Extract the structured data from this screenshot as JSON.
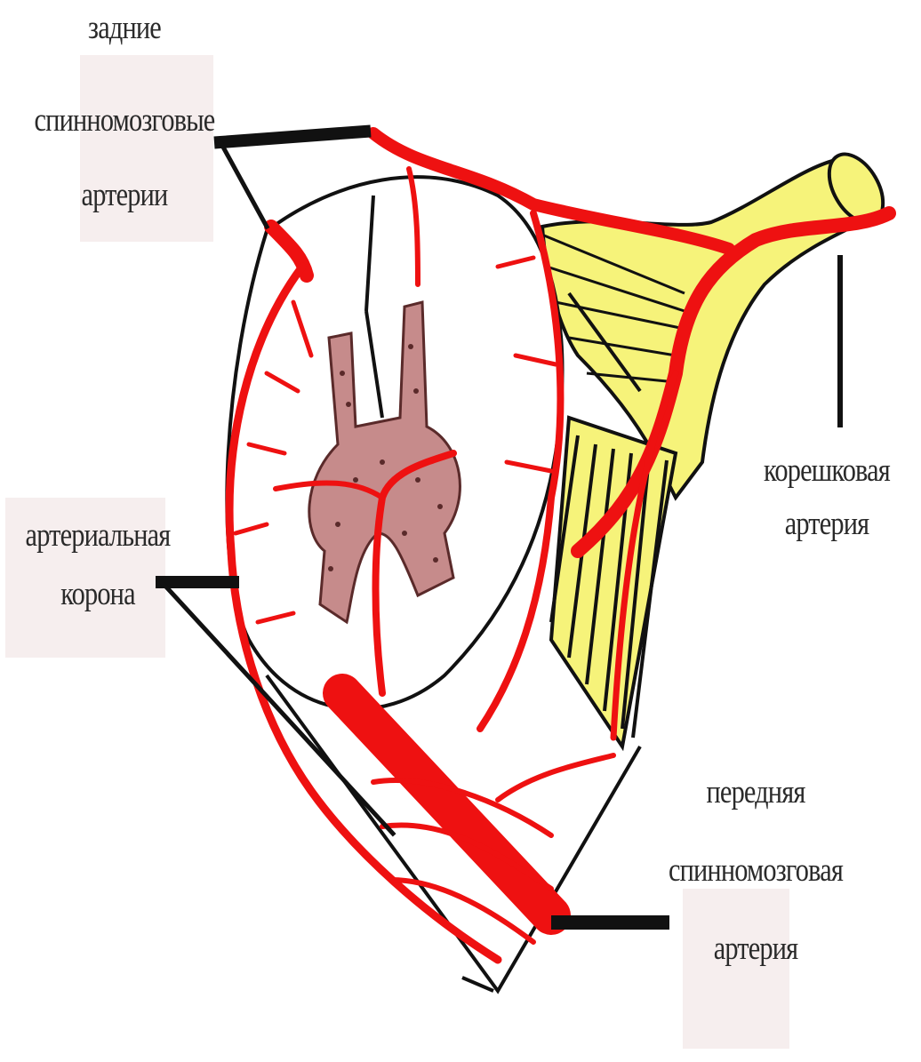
{
  "labels": {
    "posterior_spinal_arteries": [
      "задние",
      "спинномозговые",
      "артерии"
    ],
    "radicular_artery": [
      "корешковая",
      "артерия"
    ],
    "arterial_corona": [
      "артериальная",
      "корона"
    ],
    "anterior_spinal_artery": [
      "передняя",
      "спинномозговая",
      "артерия"
    ]
  },
  "colors": {
    "artery": "#ee1111",
    "nerve_root": "#f6f37a",
    "gray_matter": "#c68b8b",
    "outline": "#111111",
    "label_text": "#2a2a2a"
  }
}
